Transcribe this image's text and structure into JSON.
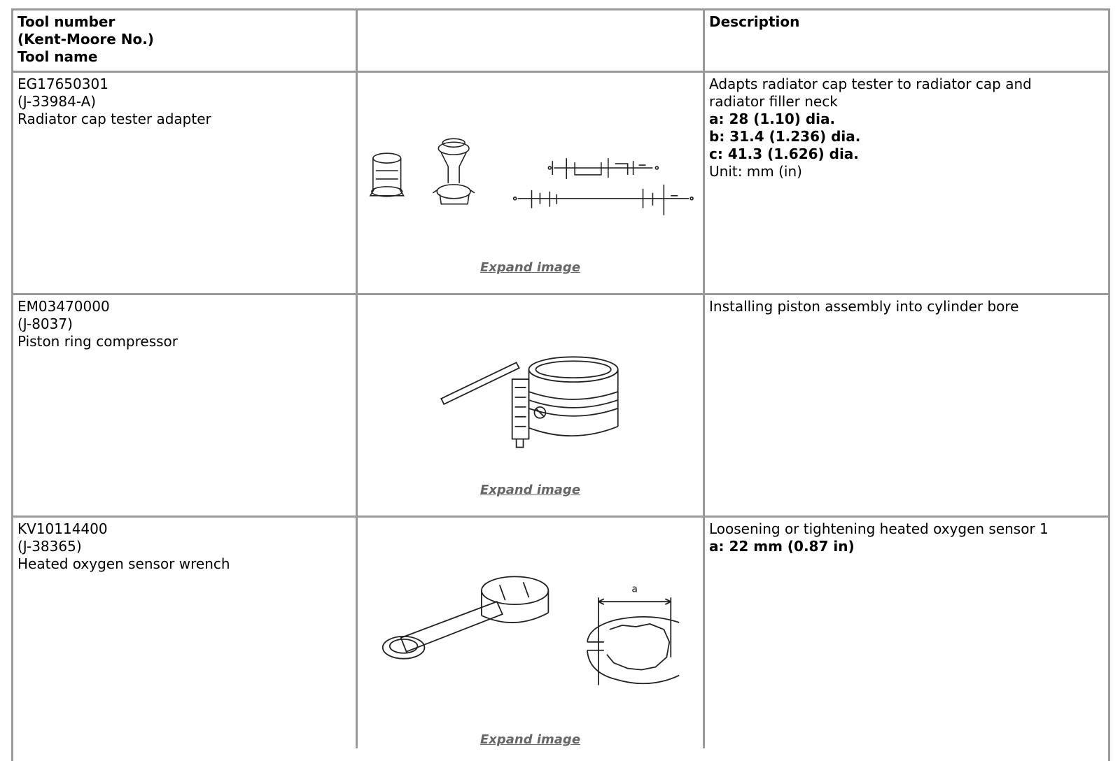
{
  "header": {
    "col1_line1": "Tool number",
    "col1_line2": "(Kent-Moore No.)",
    "col1_line3": "Tool name",
    "col2": "",
    "col3": "Description"
  },
  "rows": [
    {
      "tool_number": "EG17650301",
      "kent_moore": "(J-33984-A)",
      "tool_name": "Radiator cap tester adapter",
      "expand_label": "Expand image",
      "description": [
        {
          "text": "Adapts radiator cap tester to radiator cap and",
          "bold": false
        },
        {
          "text": "radiator filler neck",
          "bold": false
        },
        {
          "text": "a: 28 (1.10) dia.",
          "bold": true
        },
        {
          "text": "b: 31.4 (1.236) dia.",
          "bold": true
        },
        {
          "text": "c: 41.3 (1.626) dia.",
          "bold": true
        },
        {
          "text": "Unit: mm (in)",
          "bold": false
        }
      ],
      "illustration": "radiator-cap-tester-adapter-illustration"
    },
    {
      "tool_number": "EM03470000",
      "kent_moore": "(J-8037)",
      "tool_name": "Piston ring compressor",
      "expand_label": "Expand image",
      "description": [
        {
          "text": "Installing piston assembly into cylinder bore",
          "bold": false
        }
      ],
      "illustration": "piston-ring-compressor-illustration"
    },
    {
      "tool_number": "KV10114400",
      "kent_moore": "(J-38365)",
      "tool_name": "Heated oxygen sensor wrench",
      "expand_label": "Expand image",
      "description": [
        {
          "text": "Loosening or tightening heated oxygen sensor 1",
          "bold": false
        },
        {
          "text": "a: 22 mm (0.87 in)",
          "bold": true
        }
      ],
      "illustration": "heated-oxygen-sensor-wrench-illustration",
      "dimension_label": "a"
    }
  ]
}
